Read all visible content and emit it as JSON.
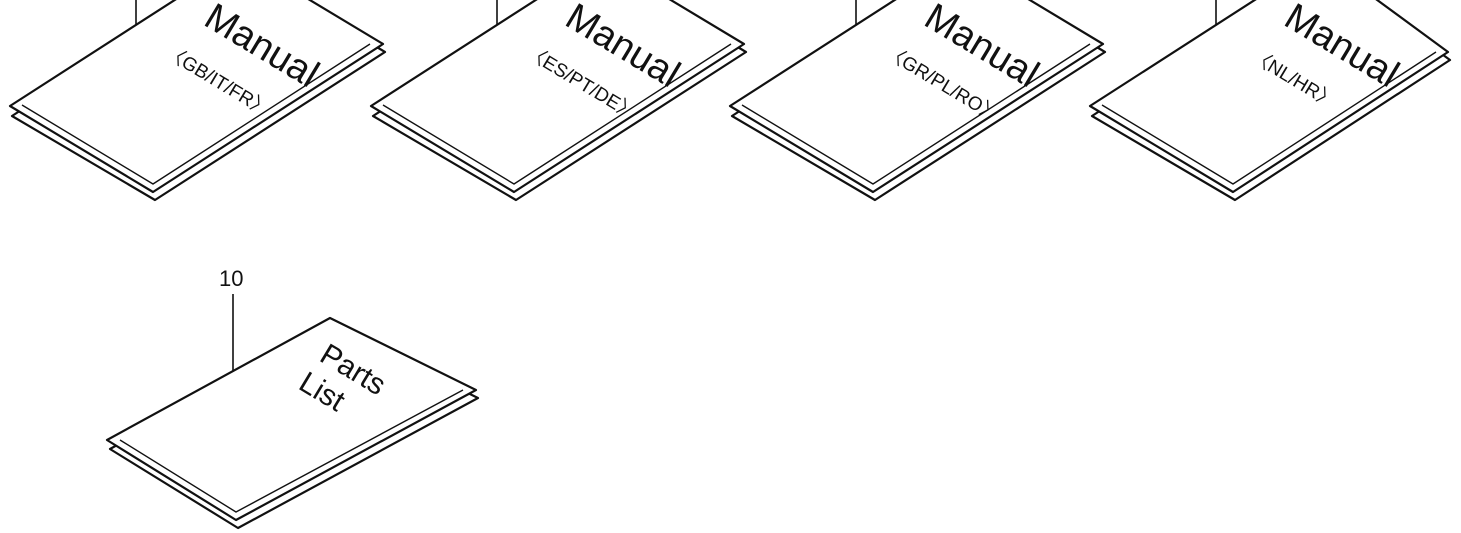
{
  "manuals": [
    {
      "title": "Manual",
      "languages": "〈GB/IT/FR〉"
    },
    {
      "title": "Manual",
      "languages": "〈ES/PT/DE〉"
    },
    {
      "title": "Manual",
      "languages": "〈GR/PL/RO〉"
    },
    {
      "title": "Manual",
      "languages": "〈NL/HR〉"
    }
  ],
  "parts_list": {
    "callout": "10",
    "line1": "Parts",
    "line2": "List"
  }
}
